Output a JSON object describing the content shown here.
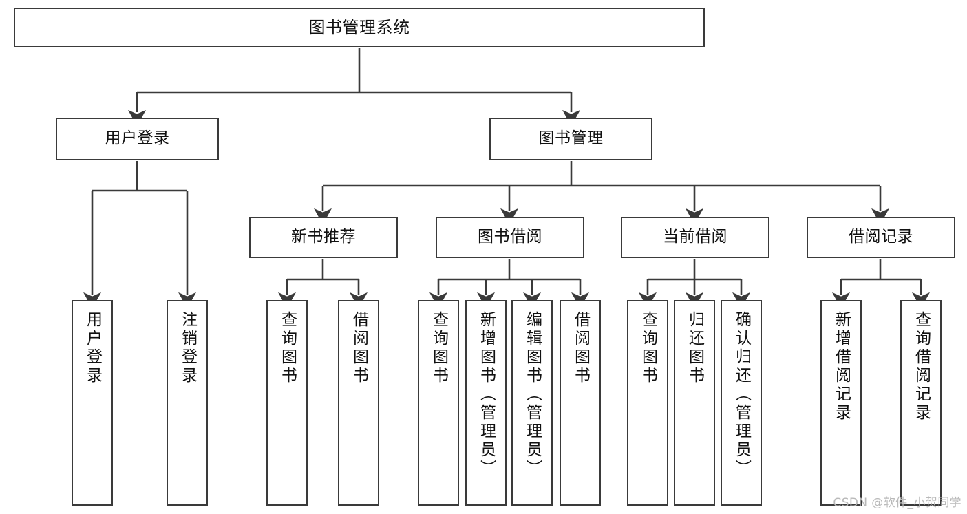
{
  "diagram": {
    "kind": "tree-hierarchy-chart",
    "title": "图书管理系统",
    "root": {
      "label": "图书管理系统"
    },
    "level2": [
      {
        "label": "用户登录"
      },
      {
        "label": "图书管理"
      }
    ],
    "level3": [
      {
        "label": "新书推荐"
      },
      {
        "label": "图书借阅"
      },
      {
        "label": "当前借阅"
      },
      {
        "label": "借阅记录"
      }
    ],
    "leaves": {
      "user_login": [
        {
          "label": "用户登录"
        },
        {
          "label": "注销登录"
        }
      ],
      "new_book_recommend": [
        {
          "label": "查询图书"
        },
        {
          "label": "借阅图书"
        }
      ],
      "book_borrow": [
        {
          "label": "查询图书"
        },
        {
          "label": "新增图书（管理员）"
        },
        {
          "label": "编辑图书（管理员）"
        },
        {
          "label": "借阅图书"
        }
      ],
      "current_borrow": [
        {
          "label": "查询图书"
        },
        {
          "label": "归还图书"
        },
        {
          "label": "确认归还（管理员）"
        }
      ],
      "borrow_record": [
        {
          "label": "新增借阅记录"
        },
        {
          "label": "查询借阅记录"
        }
      ]
    }
  },
  "watermark": {
    "text": "CSDN @软件_小贺同学"
  },
  "colors": {
    "stroke": "#3a3a3a",
    "fill": "#ffffff",
    "text": "#111111",
    "watermark": "#b9b9b9"
  }
}
